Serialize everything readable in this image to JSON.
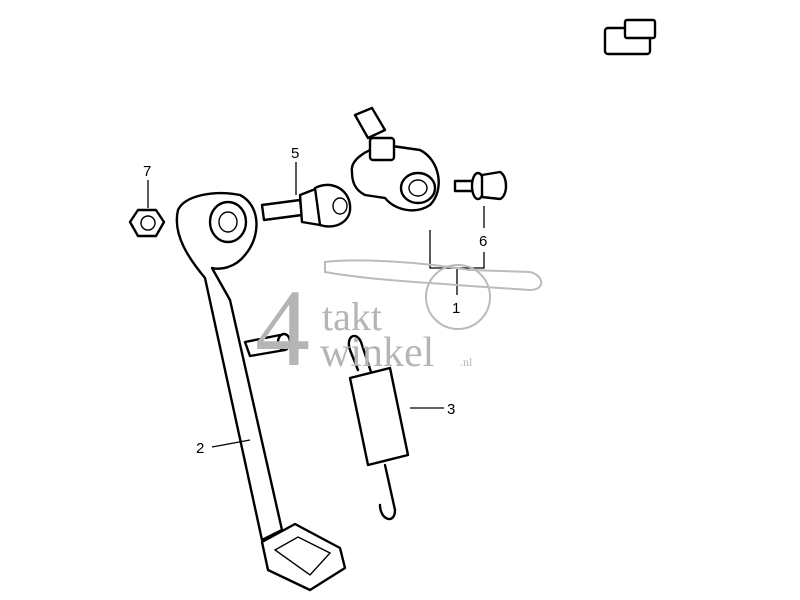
{
  "diagram": {
    "callouts": [
      {
        "number": "1",
        "part": "side-stand-switch"
      },
      {
        "number": "2",
        "part": "side-stand"
      },
      {
        "number": "3",
        "part": "spring"
      },
      {
        "number": "5",
        "part": "pivot-bolt"
      },
      {
        "number": "6",
        "part": "switch-bolt"
      },
      {
        "number": "7",
        "part": "nut"
      }
    ]
  },
  "watermark": {
    "digit": "4",
    "line1": "takt",
    "line2": "winkel",
    "suffix": ".nl",
    "color": "#b5b5b5"
  }
}
